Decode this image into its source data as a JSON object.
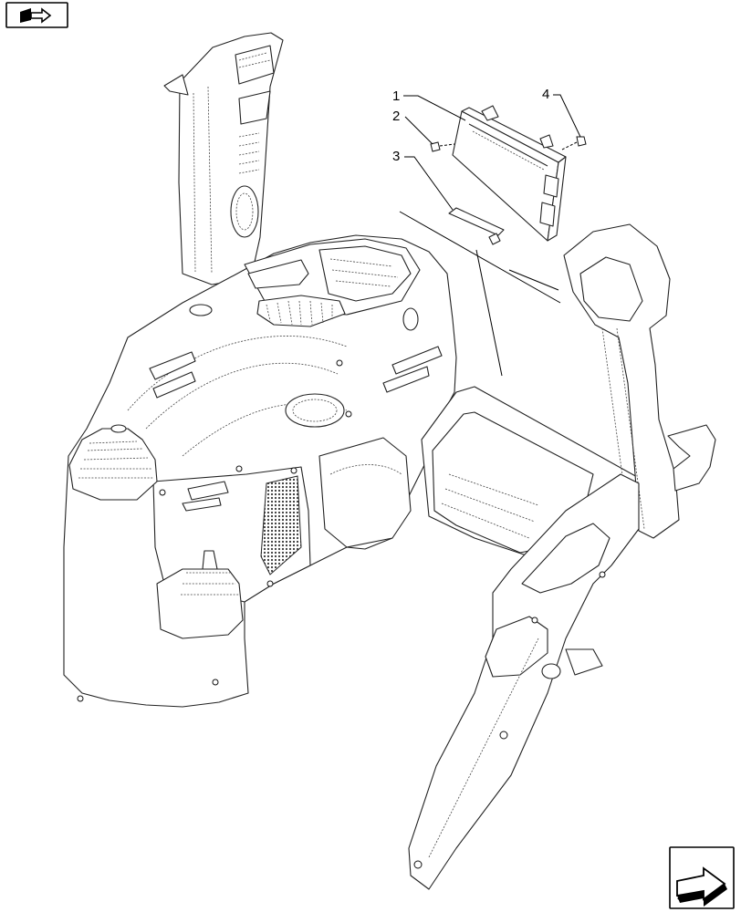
{
  "diagram": {
    "callouts": [
      {
        "id": "1",
        "label": "1"
      },
      {
        "id": "2",
        "label": "2"
      },
      {
        "id": "3",
        "label": "3"
      },
      {
        "id": "4",
        "label": "4"
      }
    ]
  },
  "icons": {
    "top_left": "book-arrow-icon",
    "bottom_right": "next-page-arrow-icon"
  }
}
